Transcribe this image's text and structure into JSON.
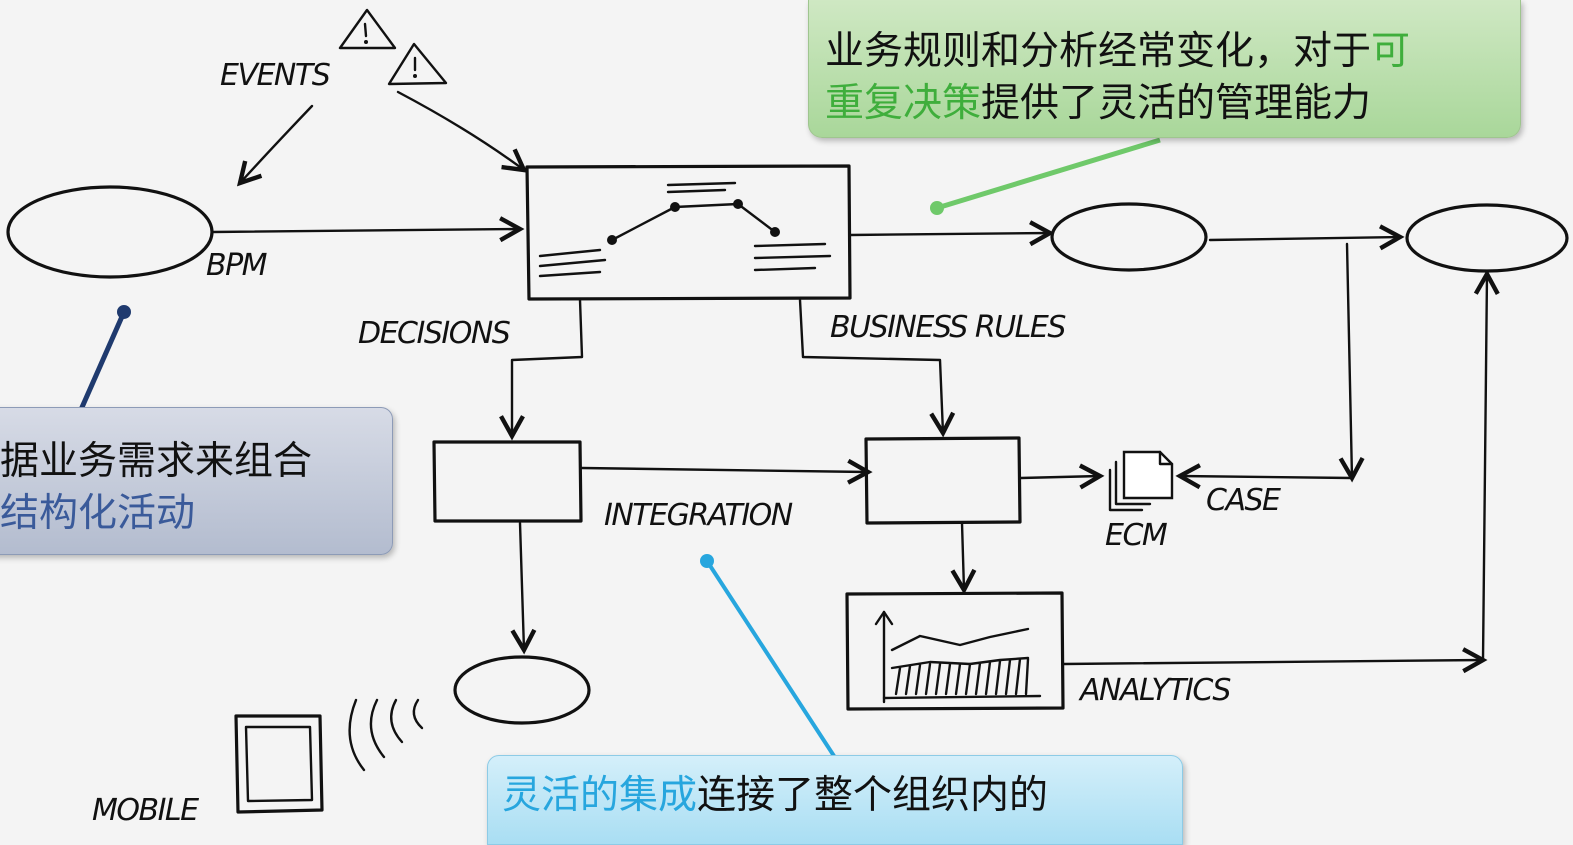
{
  "labels": {
    "events": "EVENTS",
    "bpm": "BPM",
    "decisions": "DECISIONS",
    "business_rules": "BUSINESS RULES",
    "integration": "INTEGRATION",
    "case": "CASE",
    "ecm": "ECM",
    "analytics": "ANALYTICS",
    "mobile": "MOBILE"
  },
  "callouts": {
    "green": {
      "line1": "业务规则和分析经常变化，对于",
      "highlight1": "可",
      "highlight2": "重复决策",
      "line2_rest": "提供了灵活的管理能力"
    },
    "blue": {
      "line1": "据业务需求来组合",
      "line2": "结构化活动"
    },
    "cyan": {
      "highlight": "灵活的集成",
      "rest": "连接了整个组织内的"
    }
  },
  "colors": {
    "green_accent": "#3fae3c",
    "green_pointer": "#6fc96a",
    "blue_accent": "#3a5a9a",
    "blue_pointer": "#1f3a6e",
    "cyan_accent": "#27a6de",
    "ink": "#111111"
  },
  "icons": [
    "warning-triangle-icon",
    "document-stack-icon",
    "mobile-device-icon",
    "chart-icon",
    "signal-waves-icon"
  ]
}
